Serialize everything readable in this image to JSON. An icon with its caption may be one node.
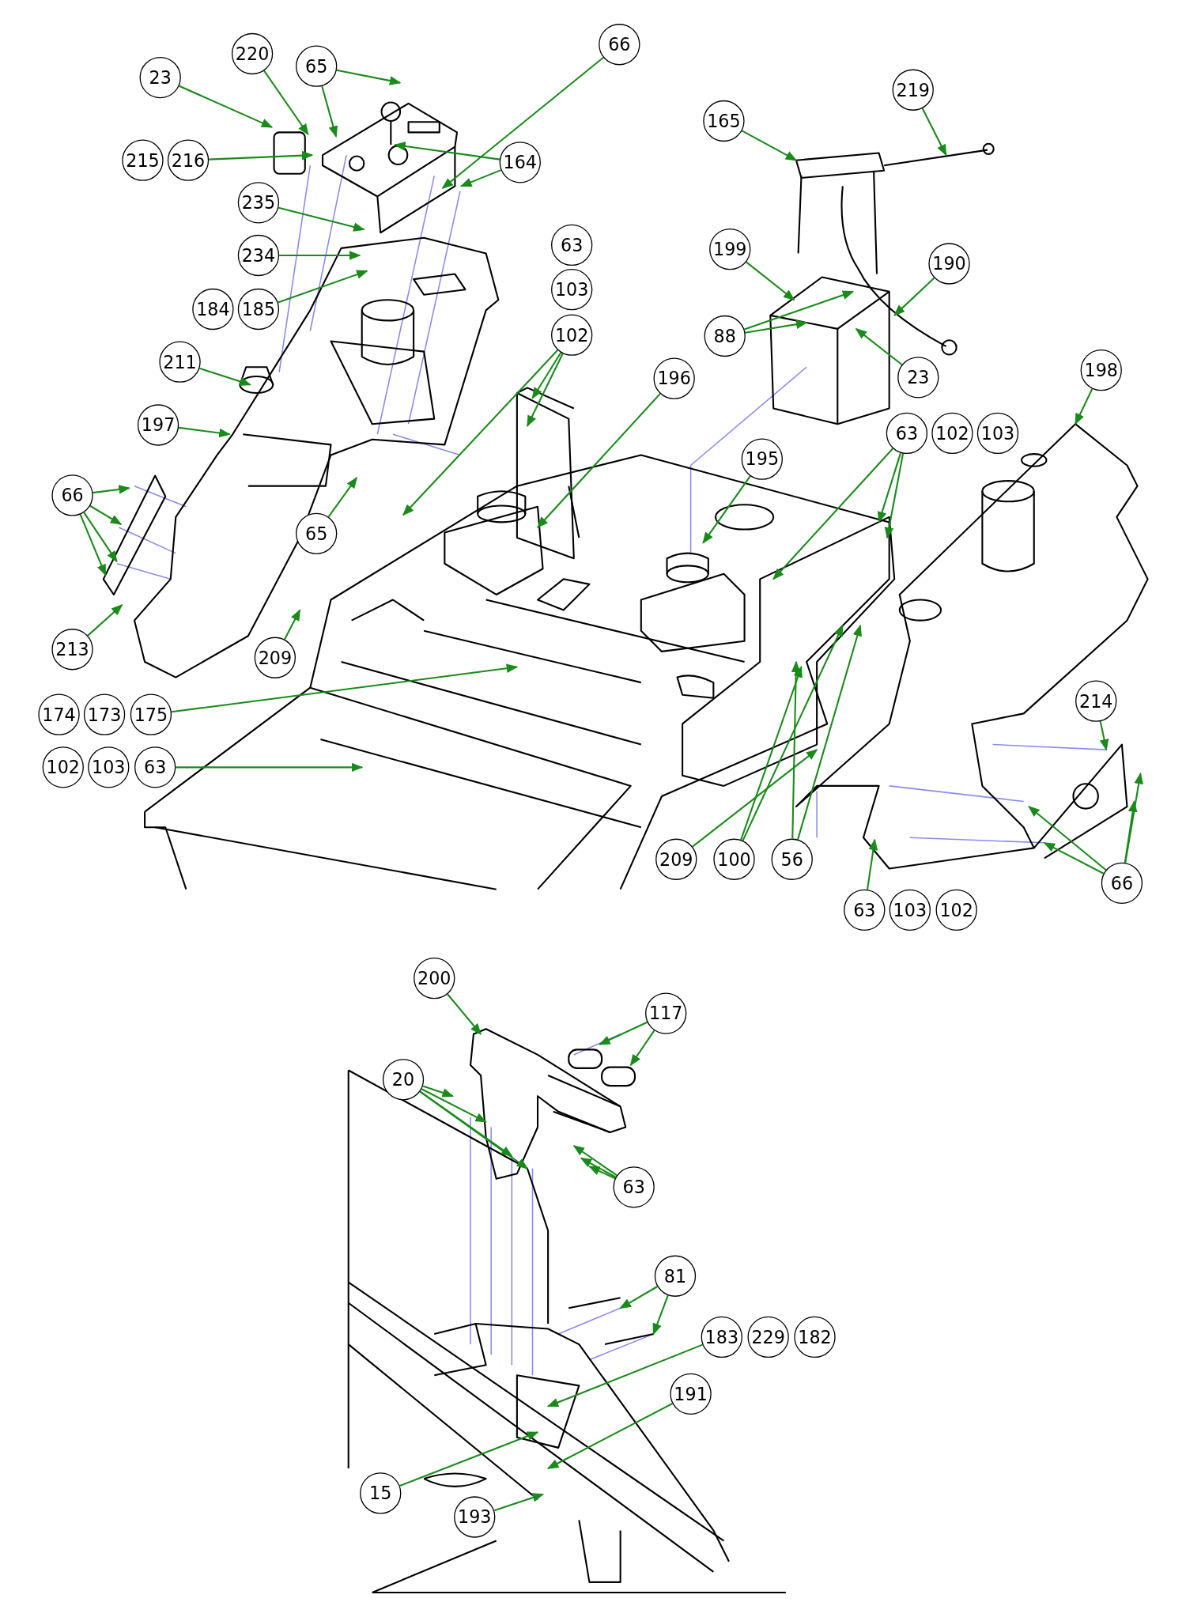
{
  "diagram": {
    "nodes": [
      {
        "text": [
          "23"
        ]
      },
      {
        "text": [
          "220"
        ]
      },
      {
        "text": [
          "65"
        ]
      },
      {
        "text": [
          "66"
        ]
      },
      {
        "text": [
          "215"
        ]
      },
      {
        "text": [
          "216"
        ]
      },
      {
        "text": [
          "164"
        ]
      },
      {
        "text": [
          "235"
        ]
      },
      {
        "text": [
          "234"
        ]
      },
      {
        "text": [
          "63"
        ]
      },
      {
        "text": [
          "184"
        ]
      },
      {
        "text": [
          "185"
        ]
      },
      {
        "text": [
          "103"
        ]
      },
      {
        "text": [
          "102"
        ]
      },
      {
        "text": [
          "211"
        ]
      },
      {
        "text": [
          "196"
        ]
      },
      {
        "text": [
          "197"
        ]
      },
      {
        "text": [
          "66"
        ]
      },
      {
        "text": [
          "65"
        ]
      },
      {
        "text": [
          "213"
        ]
      },
      {
        "text": [
          "209"
        ]
      },
      {
        "text": [
          "174"
        ]
      },
      {
        "text": [
          "173"
        ]
      },
      {
        "text": [
          "175"
        ]
      },
      {
        "text": [
          "102"
        ]
      },
      {
        "text": [
          "103"
        ]
      },
      {
        "text": [
          "63"
        ]
      },
      {
        "text": [
          "165"
        ]
      },
      {
        "text": [
          "219"
        ]
      },
      {
        "text": [
          "199"
        ]
      },
      {
        "text": [
          "190"
        ]
      },
      {
        "text": [
          "88"
        ]
      },
      {
        "text": [
          "23"
        ]
      },
      {
        "text": [
          "198"
        ]
      },
      {
        "text": [
          "63"
        ]
      },
      {
        "text": [
          "102"
        ]
      },
      {
        "text": [
          "103"
        ]
      },
      {
        "text": [
          "195"
        ]
      },
      {
        "text": [
          "214"
        ]
      },
      {
        "text": [
          "209"
        ]
      },
      {
        "text": [
          "100"
        ]
      },
      {
        "text": [
          "56"
        ]
      },
      {
        "text": [
          "66"
        ]
      },
      {
        "text": [
          "63"
        ]
      },
      {
        "text": [
          "103"
        ]
      },
      {
        "text": [
          "102"
        ]
      },
      {
        "text": [
          "200"
        ]
      },
      {
        "text": [
          "117"
        ]
      },
      {
        "text": [
          "20"
        ]
      },
      {
        "text": [
          "63"
        ]
      },
      {
        "text": [
          "81"
        ]
      },
      {
        "text": [
          "183"
        ]
      },
      {
        "text": [
          "229"
        ]
      },
      {
        "text": [
          "182"
        ]
      },
      {
        "text": [
          "191"
        ]
      },
      {
        "text": [
          "15"
        ]
      },
      {
        "text": [
          "193"
        ]
      }
    ],
    "edges": [
      {
        "from": 0,
        "to": null,
        "arrow": "to"
      },
      {
        "from": 1,
        "to": null,
        "arrow": "to"
      },
      {
        "from": 2,
        "to": null,
        "arrow": "to"
      },
      {
        "from": 2,
        "to": null,
        "arrow": "to"
      },
      {
        "from": 3,
        "to": null,
        "arrow": "to"
      },
      {
        "from": 5,
        "to": null,
        "arrow": "to"
      },
      {
        "from": 6,
        "to": null,
        "arrow": "to"
      },
      {
        "from": 6,
        "to": null,
        "arrow": "to"
      },
      {
        "from": 7,
        "to": null,
        "arrow": "to"
      },
      {
        "from": 8,
        "to": null,
        "arrow": "to"
      },
      {
        "from": 11,
        "to": null,
        "arrow": "to"
      },
      {
        "from": 13,
        "to": null,
        "arrow": "to"
      },
      {
        "from": 13,
        "to": null,
        "arrow": "to"
      },
      {
        "from": 13,
        "to": null,
        "arrow": "to"
      },
      {
        "from": 14,
        "to": null,
        "arrow": "to"
      },
      {
        "from": 15,
        "to": null,
        "arrow": "to"
      },
      {
        "from": 16,
        "to": null,
        "arrow": "to"
      },
      {
        "from": 17,
        "to": null,
        "arrow": "to"
      },
      {
        "from": 17,
        "to": null,
        "arrow": "to"
      },
      {
        "from": 17,
        "to": null,
        "arrow": "to"
      },
      {
        "from": 17,
        "to": null,
        "arrow": "to"
      },
      {
        "from": 18,
        "to": null,
        "arrow": "to"
      },
      {
        "from": 19,
        "to": null,
        "arrow": "to"
      },
      {
        "from": 20,
        "to": null,
        "arrow": "to"
      },
      {
        "from": 23,
        "to": null,
        "arrow": "to"
      },
      {
        "from": 26,
        "to": null,
        "arrow": "to"
      },
      {
        "from": 27,
        "to": null,
        "arrow": "to"
      },
      {
        "from": 28,
        "to": null,
        "arrow": "to"
      },
      {
        "from": 29,
        "to": null,
        "arrow": "to"
      },
      {
        "from": 30,
        "to": null,
        "arrow": "to"
      },
      {
        "from": 31,
        "to": null,
        "arrow": "to"
      },
      {
        "from": 31,
        "to": null,
        "arrow": "to"
      },
      {
        "from": 32,
        "to": null,
        "arrow": "to"
      },
      {
        "from": 33,
        "to": null,
        "arrow": "to"
      },
      {
        "from": 34,
        "to": null,
        "arrow": "to"
      },
      {
        "from": 34,
        "to": null,
        "arrow": "to"
      },
      {
        "from": 34,
        "to": null,
        "arrow": "to"
      },
      {
        "from": 37,
        "to": null,
        "arrow": "to"
      },
      {
        "from": 38,
        "to": null,
        "arrow": "to"
      },
      {
        "from": 39,
        "to": null,
        "arrow": "to"
      },
      {
        "from": 40,
        "to": null,
        "arrow": "to"
      },
      {
        "from": 40,
        "to": null,
        "arrow": "to"
      },
      {
        "from": 41,
        "to": null,
        "arrow": "to"
      },
      {
        "from": 41,
        "to": null,
        "arrow": "to"
      },
      {
        "from": 42,
        "to": null,
        "arrow": "to"
      },
      {
        "from": 42,
        "to": null,
        "arrow": "to"
      },
      {
        "from": 42,
        "to": null,
        "arrow": "to"
      },
      {
        "from": 42,
        "to": null,
        "arrow": "to"
      },
      {
        "from": 43,
        "to": null,
        "arrow": "to"
      },
      {
        "from": 46,
        "to": null,
        "arrow": "to"
      },
      {
        "from": 47,
        "to": null,
        "arrow": "to"
      },
      {
        "from": 47,
        "to": null,
        "arrow": "to"
      },
      {
        "from": 48,
        "to": null,
        "arrow": "to"
      },
      {
        "from": 48,
        "to": null,
        "arrow": "to"
      },
      {
        "from": 48,
        "to": null,
        "arrow": "to"
      },
      {
        "from": 48,
        "to": null,
        "arrow": "to"
      },
      {
        "from": 49,
        "to": null,
        "arrow": "to"
      },
      {
        "from": 49,
        "to": null,
        "arrow": "to"
      },
      {
        "from": 49,
        "to": null,
        "arrow": "to"
      },
      {
        "from": 50,
        "to": null,
        "arrow": "to"
      },
      {
        "from": 50,
        "to": null,
        "arrow": "to"
      },
      {
        "from": 51,
        "to": null,
        "arrow": "to"
      },
      {
        "from": 54,
        "to": null,
        "arrow": "to"
      },
      {
        "from": 55,
        "to": null,
        "arrow": "to"
      },
      {
        "from": 56,
        "to": null,
        "arrow": "to"
      }
    ]
  }
}
